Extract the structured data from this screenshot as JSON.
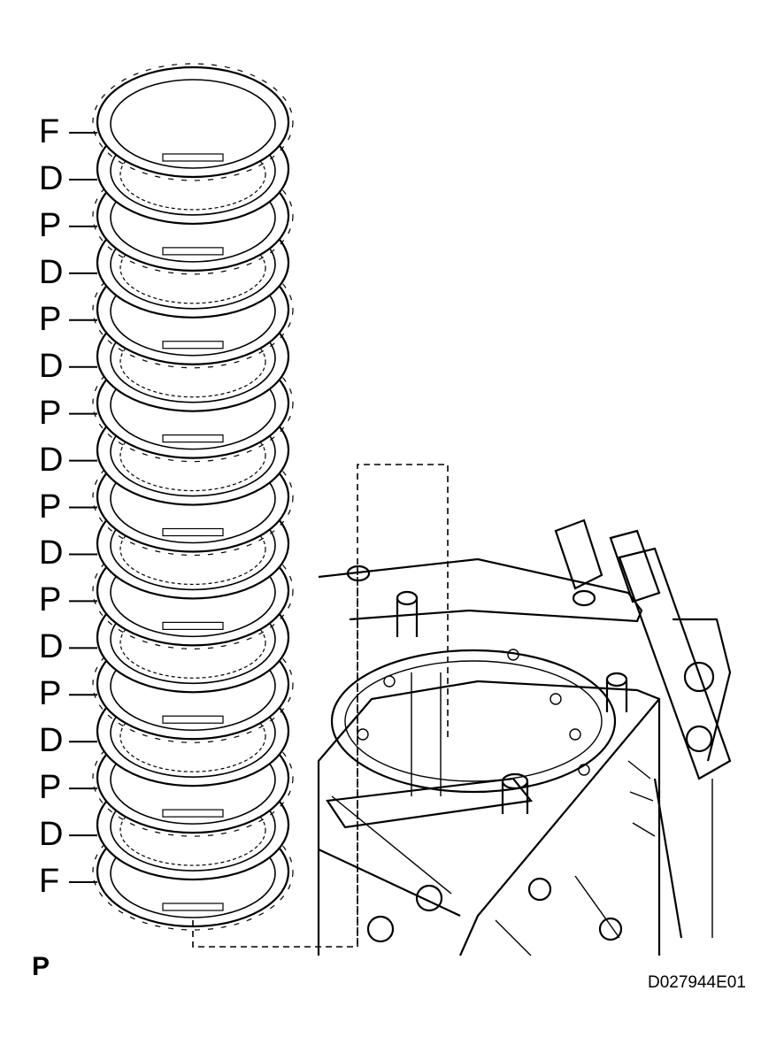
{
  "labels": {
    "stack": [
      "F",
      "D",
      "P",
      "D",
      "P",
      "D",
      "P",
      "D",
      "P",
      "D",
      "P",
      "D",
      "P",
      "D",
      "P",
      "D",
      "F"
    ],
    "corner": "P",
    "figure_code": "D027944E01"
  }
}
